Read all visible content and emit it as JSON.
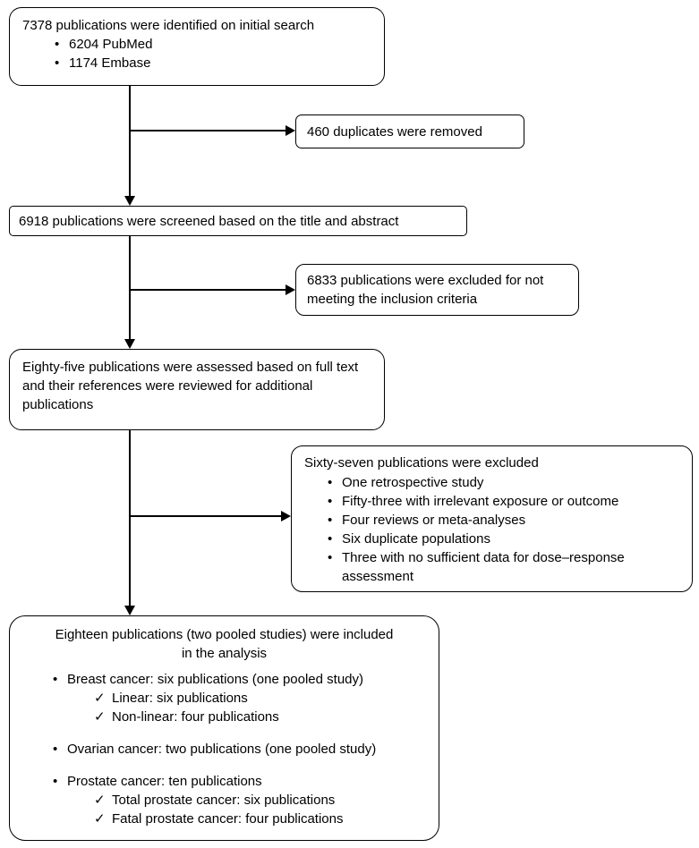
{
  "icons": {
    "bullet": "•",
    "check": "✓"
  },
  "flow": {
    "identified": {
      "title": "7378 publications were identified on initial search",
      "bullets": [
        "6204 PubMed",
        "1174 Embase"
      ]
    },
    "duplicates_removed": {
      "text": "460 duplicates were removed"
    },
    "screened": {
      "text": "6918 publications were screened based on the title and abstract"
    },
    "excluded_screening": {
      "text": "6833 publications were excluded for not meeting the inclusion criteria"
    },
    "fulltext_assessed": {
      "text": "Eighty-five publications were assessed based on full text and their references were reviewed for additional publications"
    },
    "excluded_fulltext": {
      "title": "Sixty-seven publications were excluded",
      "bullets": [
        "One retrospective study",
        "Fifty-three with irrelevant exposure or outcome",
        "Four reviews or meta-analyses",
        "Six duplicate populations",
        "Three with no sufficient data for dose–response assessment"
      ]
    },
    "included": {
      "title": "Eighteen publications (two pooled studies) were included in the analysis",
      "groups": [
        {
          "label": "Breast cancer: six publications (one pooled study)",
          "checks": [
            "Linear: six publications",
            "Non-linear: four publications"
          ]
        },
        {
          "label": "Ovarian cancer: two publications (one pooled study)",
          "checks": []
        },
        {
          "label": "Prostate cancer: ten publications",
          "checks": [
            "Total prostate cancer: six publications",
            "Fatal prostate cancer: four publications"
          ]
        }
      ]
    }
  }
}
